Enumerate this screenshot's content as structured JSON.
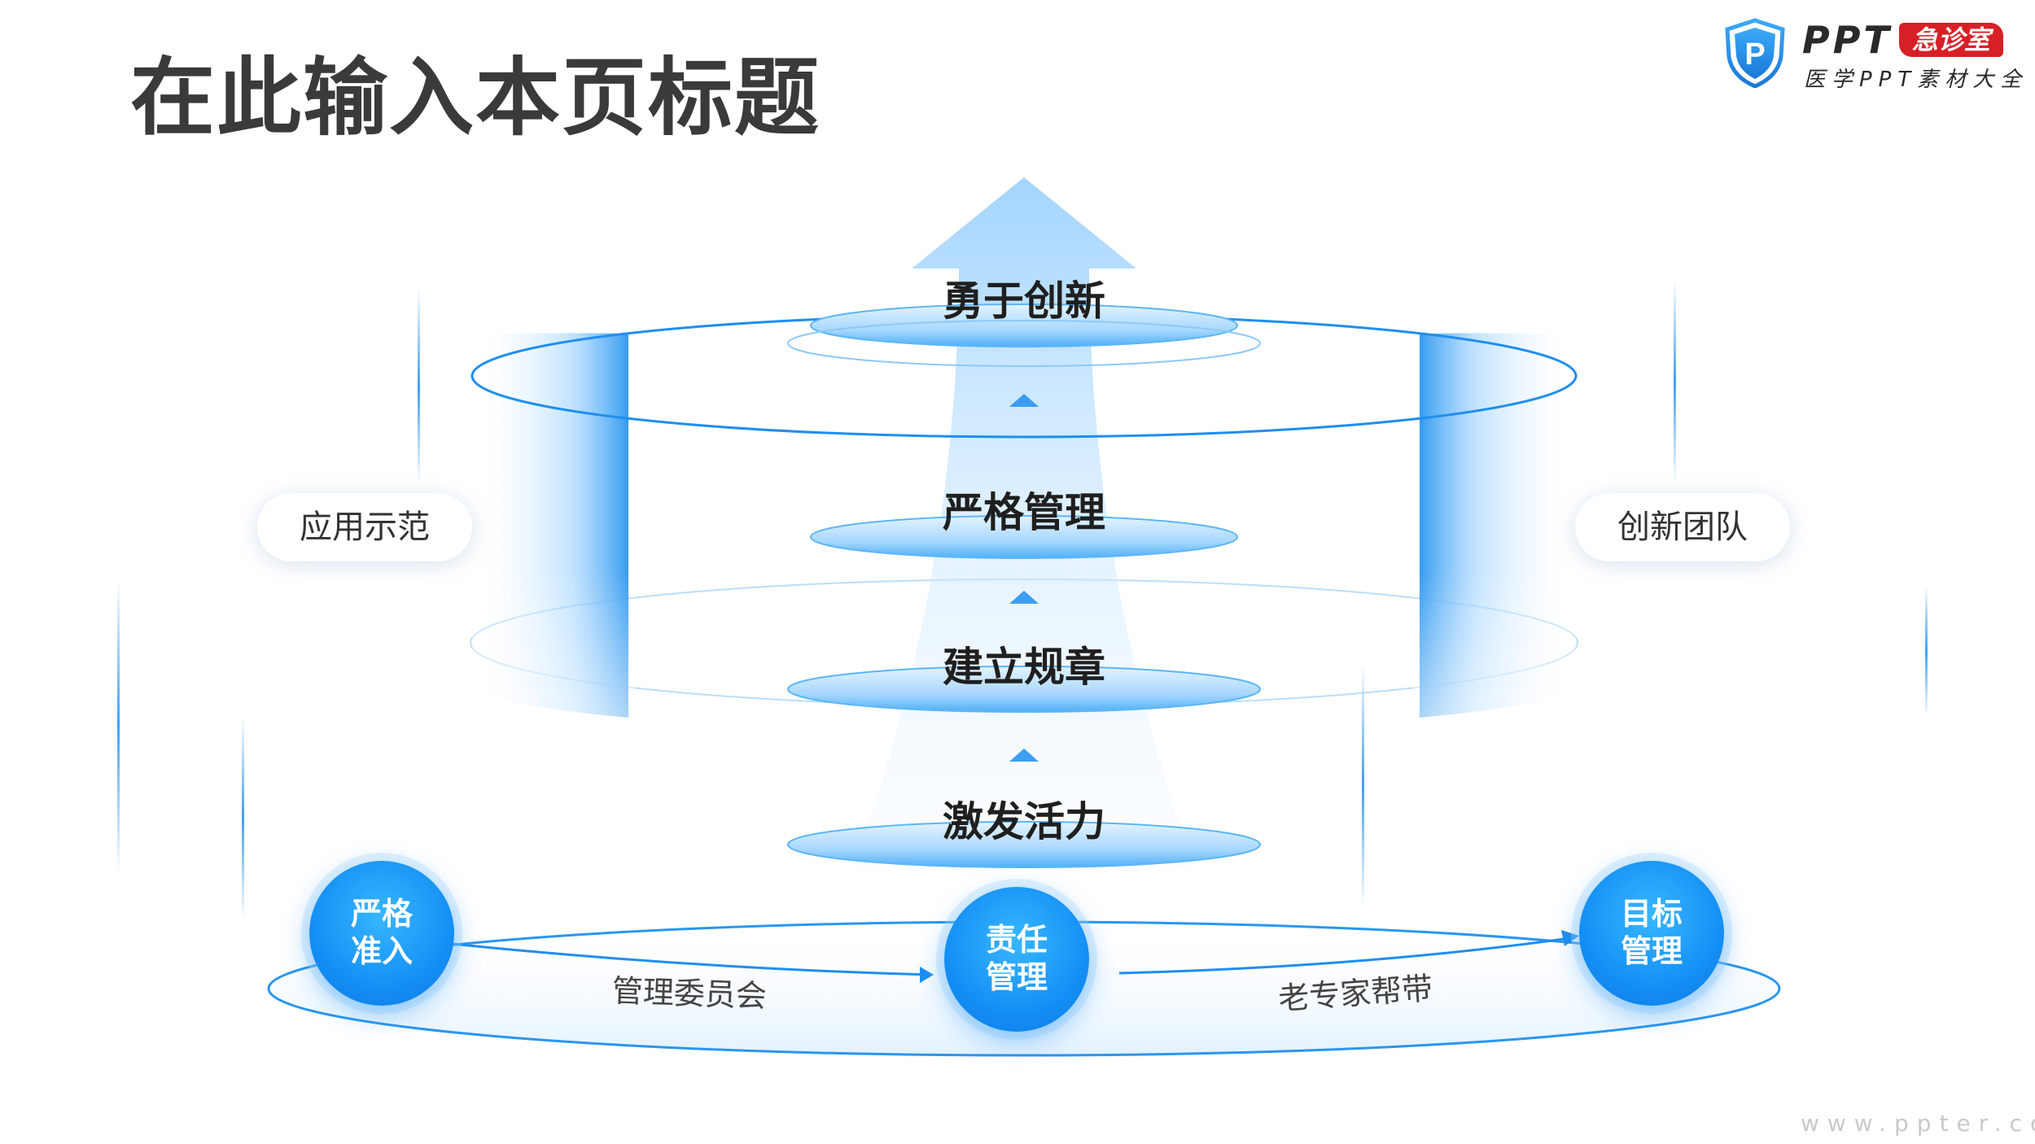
{
  "title": "在此输入本页标题",
  "logo": {
    "shield_letter": "P",
    "brand": "PPT",
    "badge": "急诊室",
    "subtitle": "医学PPT素材大全"
  },
  "stages": [
    "激发活力",
    "建立规章",
    "严格管理",
    "勇于创新"
  ],
  "side_pills": {
    "left": "应用示范",
    "right": "创新团队"
  },
  "circles": [
    {
      "line1": "严格",
      "line2": "准入"
    },
    {
      "line1": "责任",
      "line2": "管理"
    },
    {
      "line1": "目标",
      "line2": "管理"
    }
  ],
  "path_labels": [
    "管理委员会",
    "老专家帮带"
  ],
  "website": "www.ppter.com",
  "colors": {
    "accent": "#1590f5",
    "light": "#bfe2ff",
    "title": "#3a3a3a",
    "badge": "#d71f26"
  }
}
